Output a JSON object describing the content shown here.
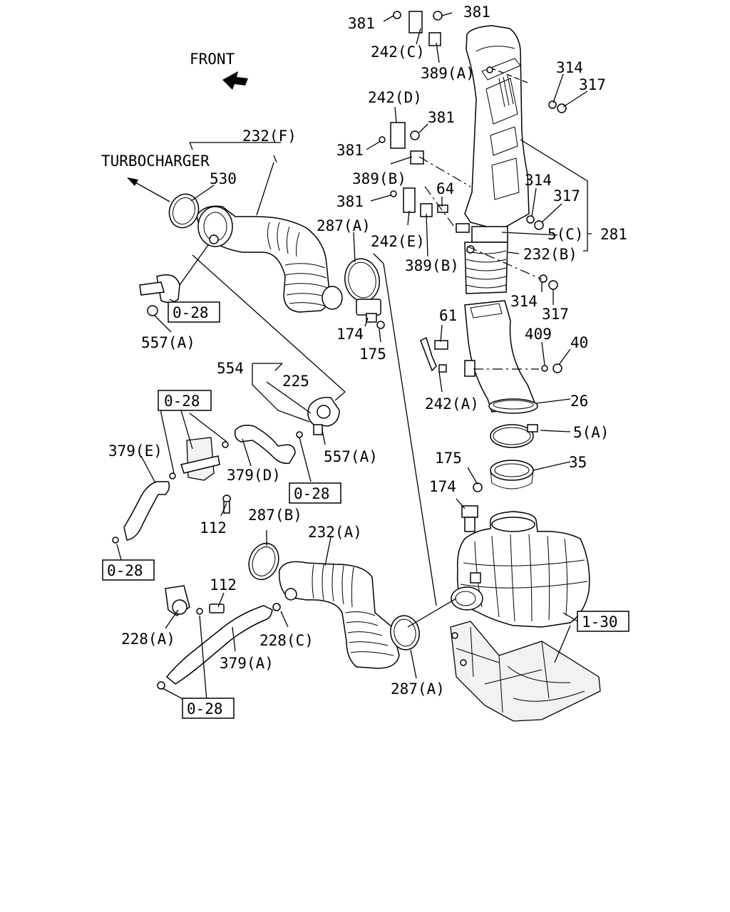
{
  "labels": {
    "front": "FRONT",
    "turbocharger": "TURBOCHARGER",
    "l381_a": "381",
    "l381_b": "381",
    "l242c": "242(C)",
    "l389a": "389(A)",
    "l314_a": "314",
    "l317_a": "317",
    "l242d": "242(D)",
    "l381_c": "381",
    "l381_d": "381",
    "l389b_a": "389(B)",
    "l381_e": "381",
    "l64": "64",
    "l314_b": "314",
    "l317_b": "317",
    "l232f": "232(F)",
    "l530": "530",
    "l287a_a": "287(A)",
    "l242e": "242(E)",
    "l5c": "5(C)",
    "l281": "281",
    "l232b": "232(B)",
    "l389b_b": "389(B)",
    "l314_c": "314",
    "l317_c": "317",
    "l557a_a": "557(A)",
    "l174_a": "174",
    "l175_a": "175",
    "l61": "61",
    "l409": "409",
    "l40": "40",
    "l554": "554",
    "l225": "225",
    "l242a": "242(A)",
    "l26": "26",
    "l5a": "5(A)",
    "l379e": "379(E)",
    "l379d": "379(D)",
    "l557a_b": "557(A)",
    "l175_b": "175",
    "l35": "35",
    "l174_b": "174",
    "l112_a": "112",
    "l287b": "287(B)",
    "l232a": "232(A)",
    "l112_b": "112",
    "l228a": "228(A)",
    "l228c": "228(C)",
    "l379a": "379(A)",
    "l287a_b": "287(A)",
    "l1_30": "1-30"
  },
  "refs": {
    "r028_a": "0-28",
    "r028_b": "0-28",
    "r028_c": "0-28",
    "r028_d": "0-28",
    "r028_e": "0-28"
  },
  "icons": {
    "front_arrow": "arrow-icon"
  }
}
